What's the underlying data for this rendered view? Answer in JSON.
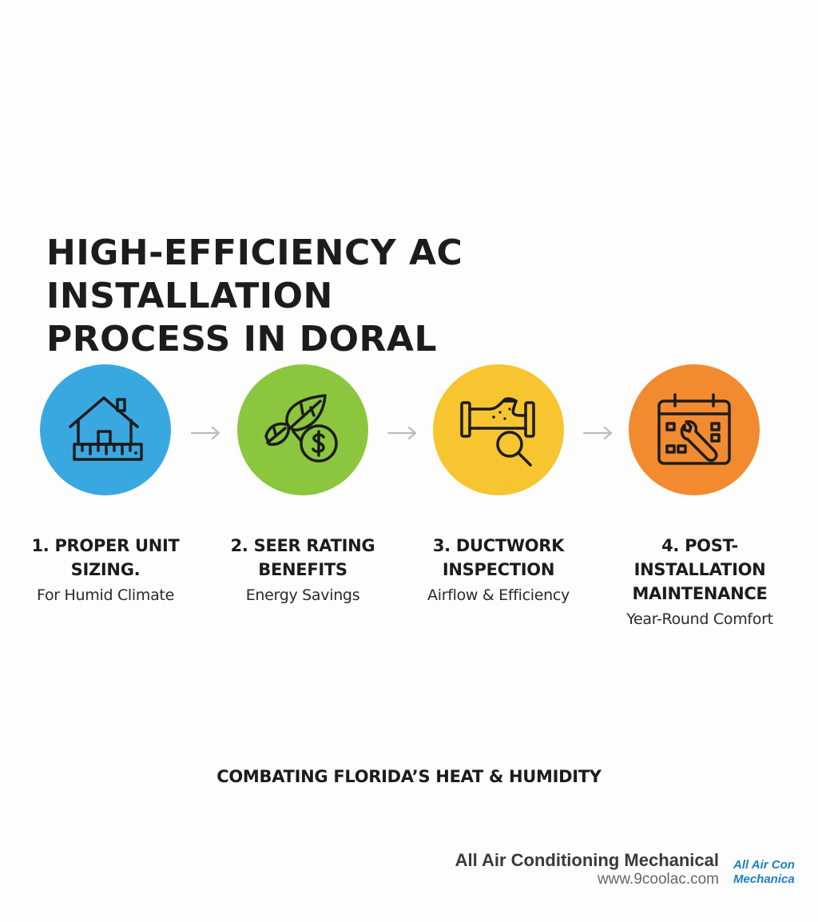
{
  "title": {
    "line1": "HIGH-EFFICIENCY AC INSTALLATION",
    "line2": "PROCESS IN DORAL"
  },
  "steps": [
    {
      "heading_line1": "1. PROPER UNIT",
      "heading_line2": "SIZING.",
      "subtitle": "For Humid Climate",
      "color": "#3aa8e0",
      "icon": "house-ruler-icon"
    },
    {
      "heading_line1": "2. SEER RATING",
      "heading_line2": "BENEFITS",
      "subtitle": "Energy Savings",
      "color": "#8cc63f",
      "icon": "leaf-dollar-icon"
    },
    {
      "heading_line1": "3. DUCTWORK",
      "heading_line2": "INSPECTION",
      "subtitle": "Airflow & Efficiency",
      "color": "#f6c530",
      "icon": "duct-magnifier-icon"
    },
    {
      "heading_line1": "4. POST-INSTALLATION",
      "heading_line2": "MAINTENANCE",
      "subtitle": "Year-Round Comfort",
      "color": "#f28a30",
      "icon": "calendar-wrench-icon"
    }
  ],
  "tagline": "COMBATING FLORIDA’S HEAT & HUMIDITY",
  "footer": {
    "brand_name": "All Air Conditioning Mechanical",
    "url": "www.9coolac.com",
    "logo_line1": "All Air Con",
    "logo_line2": "Mechanica"
  }
}
